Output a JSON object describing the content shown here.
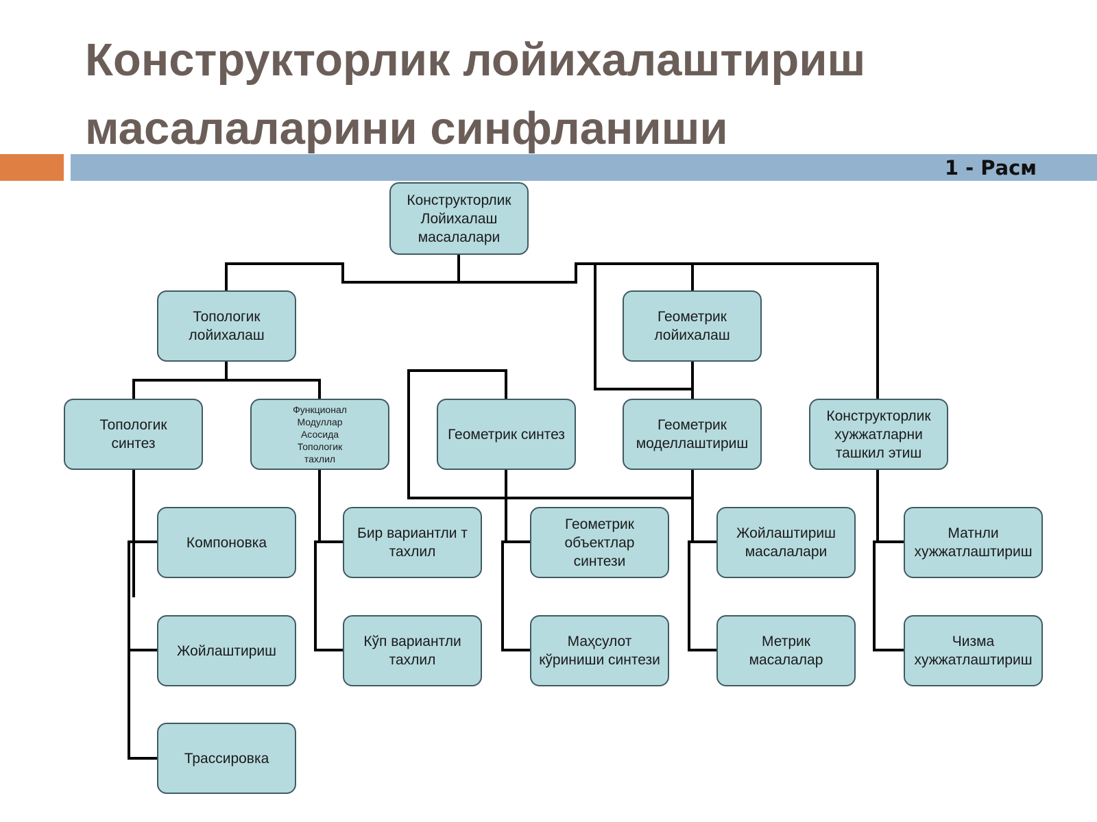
{
  "title": {
    "line1": "Конструкторлик лойихалаштириш",
    "line2": "масалаларини синфланиши"
  },
  "figure_label": "1 - Расм",
  "colors": {
    "title_text": "#6b5e58",
    "accent_bar": "#e07f44",
    "header_bar": "#93b2cd",
    "node_fill": "#b6dbdf",
    "node_border": "#3f5a62",
    "connector": "#000000"
  },
  "nodes": {
    "root": "Конструкторлик\nЛойихалаш\nмасалалари",
    "topological_design": "Топологик\nлойихалаш",
    "geometric_design": "Геометрик\nлойихалаш",
    "topological_synthesis": "Топологик\nсинтез",
    "functional_analysis": "Функционал\nМодуллар\nАсосида\nТопологик\nтахлил",
    "geometric_synthesis": "Геометрик синтез",
    "geometric_modeling": "Геометрик\nмоделлаштириш",
    "documentation": "Конструкторлик\nхужжатларни\nташкил этиш",
    "layout": "Компоновка",
    "placement": "Жойлаштириш",
    "routing": "Трассировка",
    "single_variant": "Бир вариантли т\nтахлил",
    "multi_variant": "Кўп вариантли\nтахлил",
    "geometric_objects": "Геометрик\nобъектлар\nсинтези",
    "product_view": "Маҳсулот\nкўриниши синтези",
    "placement_tasks": "Жойлаштириш\nмасалалари",
    "metric_tasks": "Метрик\nмасалалар",
    "text_docs": "Матнли\nхужжатлаштириш",
    "drawing_docs": "Чизма\nхужжатлаштириш"
  }
}
